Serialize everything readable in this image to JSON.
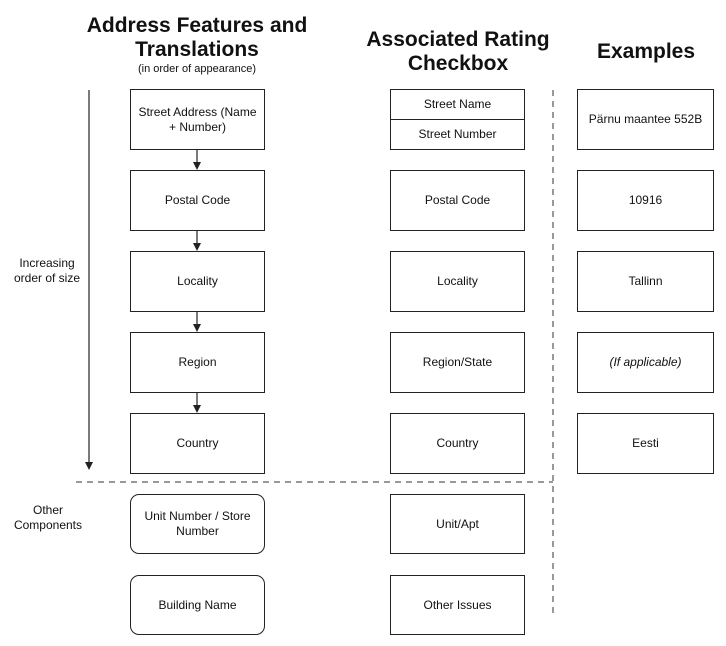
{
  "headings": {
    "features_title": "Address Features and Translations",
    "features_subtitle": "(in order of appearance)",
    "rating_title": "Associated Rating Checkbox",
    "examples_title": "Examples"
  },
  "side_labels": {
    "size_order": "Increasing order of size",
    "other_components": "Other Components"
  },
  "features": [
    "Street Address (Name + Number)",
    "Postal Code",
    "Locality",
    "Region",
    "Country"
  ],
  "other_features": [
    "Unit Number / Store Number",
    "Building Name"
  ],
  "rating": {
    "street_name": "Street Name",
    "street_number": "Street Number",
    "postal_code": "Postal Code",
    "locality": "Locality",
    "region_state": "Region/State",
    "country": "Country",
    "unit_apt": "Unit/Apt",
    "other_issues": "Other Issues"
  },
  "examples": [
    "Pärnu maantee 552B",
    "10916",
    "Tallinn",
    "(If applicable)",
    "Eesti"
  ]
}
